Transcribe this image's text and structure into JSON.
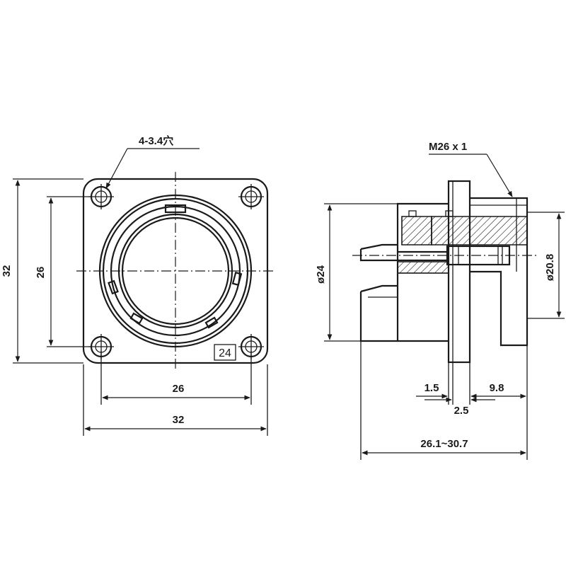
{
  "front_view": {
    "hole_note": "4-3.4穴",
    "width_outer": "32",
    "width_inner": "26",
    "height_outer": "32",
    "height_inner": "26",
    "contact_count": "24"
  },
  "side_view": {
    "thread": "M26 x 1",
    "dia_flange": "ø24",
    "dia_thread": "ø20.8",
    "dim_a": "1.5",
    "dim_b": "9.8",
    "dim_c": "2.5",
    "length": "26.1~30.7"
  }
}
